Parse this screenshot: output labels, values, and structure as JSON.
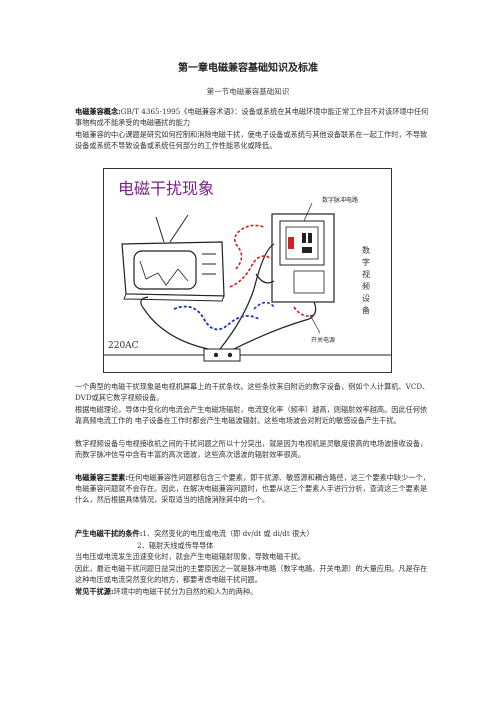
{
  "doc": {
    "title": "第一章电磁兼容基础知识及标准",
    "subtitle": "第一节电磁兼容基础知识",
    "p1_label": "电磁兼容概念:",
    "p1_text": "GB/T 4365-1995《电磁兼容术语》：设备或系统在其电磁环境中能正常工作且不对该环境中任何事物构成不能承受的电磁骚扰的能力",
    "p2": "电磁兼容的中心课题是研究如何控制和消除电磁干扰，使电子设备或系统与其他设备联系在一起工作时，不导致设备或系统不导致设备或系统任何部分的工作性能恶化或降低。",
    "figure": {
      "title": "电磁干扰现象",
      "label_digital": "数字脉冲电路",
      "label_vertical": "数字视频设备",
      "label_switch": "开关电源",
      "label_220": "220AC"
    },
    "p3": "一个典型的电磁干扰现象是电视机屏幕上的干扰条纹。这些条纹来自附近的数字设备，例如个人计算机、VCD、DVD或其它数字视频设备。",
    "p4": "根据电磁理论，导体中变化的电流会产生电磁场辐射，电流变化率（频率）越高，则辐射效率越高。因此任何依靠高频电流工作的 电子设备在工作时都会产生电磁波辐射。这些电场波会对附近的敏感设备产生干扰。",
    "p5": "数字视频设备与电视接收机之间的干扰问题之所以十分突出，就是因为电视机是灵敏度很高的电场波接收设备，而数字脉冲信号中含有丰富的高次谐波，这些高次谐波的辐射效率很高。",
    "p6_label": "电磁兼容三要素:",
    "p6_text": "任何电磁兼容性问题都包含三个要素，即干扰源、敏感源和耦合路径，这三个要素中缺少一个，电磁兼容问题就不会存在。因此，在解决电磁兼容问题时，也要从这三个要素入手进行分析，查清这三个要素是什么，然后根据具体情况，采取适当的措施消除其中的一个。",
    "p7_label": "产生电磁干扰的条件:",
    "p7_text1": "1、突然变化的电压或电流（即 dv/dt 或 di/dt 很大）",
    "p7_text2": "2、辐射天线或传导导体",
    "p8": "当电压或电流发生迅速变化时，就会产生电磁辐射现象，导致电磁干扰。",
    "p9": "因此，最近电磁干扰问题日益突出的主要原因之一就是脉冲电路（数字电路、开关电源）的大量应用。凡是存在这种电压或电流突然变化的地方，都要考虑电磁干扰问题。",
    "p10_label": "常见干扰源:",
    "p10_text": "环境中的电磁干扰分为自然的和人为的两种。"
  },
  "colors": {
    "figure_title": "#7a1f8a",
    "wave_red": "#cc2222",
    "wave_blue": "#2233bb"
  }
}
